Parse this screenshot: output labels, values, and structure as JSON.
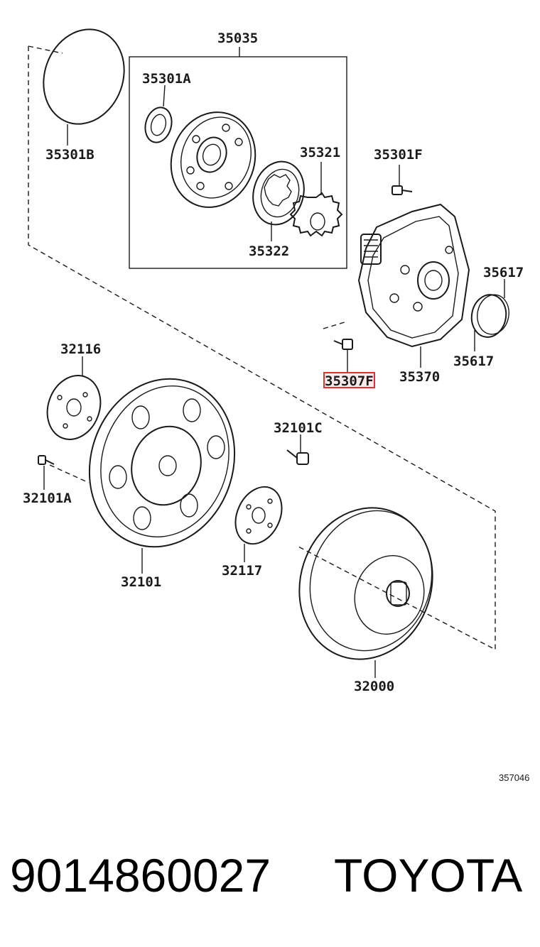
{
  "labels": {
    "seal_ring": "35301B",
    "pump_body_assy": "35035",
    "oil_seal": "35301A",
    "driven_gear": "35321",
    "drive_gear": "35322",
    "stator_bolt_upper": "35301F",
    "seal_ring_a": "35617",
    "seal_ring_b": "35617",
    "stator_shaft": "35370",
    "highlighted_bolt": "35307F",
    "spacer_front": "32116",
    "drive_plate": "32101",
    "drive_plate_bolt_a": "32101A",
    "drive_plate_bolt_c": "32101C",
    "spacer_rear": "32117",
    "torque_converter": "32000"
  },
  "diagram_ref": "357046",
  "footer": {
    "part_number": "9014860027",
    "brand": "TOYOTA"
  },
  "colors": {
    "line": "#1a1a1a",
    "highlight": "#e03030",
    "highlight_fill": "#fbeaea"
  }
}
